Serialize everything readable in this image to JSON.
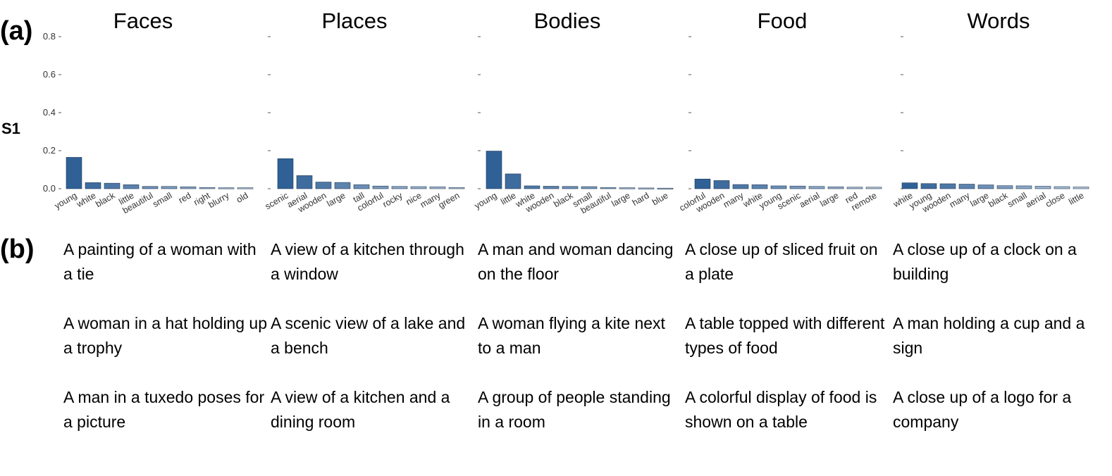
{
  "panel_labels": {
    "a": "(a)",
    "b": "(b)"
  },
  "y_axis_label": "S1",
  "columns": [
    {
      "title": "Faces"
    },
    {
      "title": "Places"
    },
    {
      "title": "Bodies"
    },
    {
      "title": "Food"
    },
    {
      "title": "Words"
    }
  ],
  "chart_data": [
    {
      "type": "bar",
      "title": "Faces",
      "ylabel": "S1",
      "ylim": [
        0,
        0.8
      ],
      "yticks": [
        "0.0",
        "0.2",
        "0.4",
        "0.6",
        "0.8"
      ],
      "show_tick_labels": true,
      "categories": [
        "young",
        "white",
        "black",
        "little",
        "beautiful",
        "small",
        "red",
        "right",
        "blurry",
        "old"
      ],
      "values": [
        0.165,
        0.032,
        0.029,
        0.021,
        0.012,
        0.012,
        0.01,
        0.006,
        0.005,
        0.005
      ]
    },
    {
      "type": "bar",
      "title": "Places",
      "ylim": [
        0,
        0.8
      ],
      "show_tick_labels": false,
      "categories": [
        "scenic",
        "aerial",
        "wooden",
        "large",
        "tall",
        "colorful",
        "rocky",
        "nice",
        "many",
        "green"
      ],
      "values": [
        0.158,
        0.069,
        0.035,
        0.033,
        0.021,
        0.014,
        0.012,
        0.011,
        0.01,
        0.006
      ]
    },
    {
      "type": "bar",
      "title": "Bodies",
      "ylim": [
        0,
        0.8
      ],
      "show_tick_labels": false,
      "categories": [
        "young",
        "little",
        "white",
        "wooden",
        "black",
        "small",
        "beautiful",
        "large",
        "hard",
        "blue"
      ],
      "values": [
        0.198,
        0.078,
        0.015,
        0.013,
        0.012,
        0.011,
        0.006,
        0.005,
        0.004,
        0.003
      ]
    },
    {
      "type": "bar",
      "title": "Food",
      "ylim": [
        0,
        0.8
      ],
      "show_tick_labels": false,
      "categories": [
        "colorful",
        "wooden",
        "many",
        "white",
        "young",
        "scenic",
        "aerial",
        "large",
        "red",
        "remote"
      ],
      "values": [
        0.051,
        0.043,
        0.022,
        0.021,
        0.015,
        0.014,
        0.012,
        0.01,
        0.008,
        0.008
      ]
    },
    {
      "type": "bar",
      "title": "Words",
      "ylim": [
        0,
        0.8
      ],
      "show_tick_labels": false,
      "categories": [
        "white",
        "young",
        "wooden",
        "many",
        "large",
        "black",
        "small",
        "aerial",
        "close",
        "little"
      ],
      "values": [
        0.031,
        0.027,
        0.026,
        0.024,
        0.02,
        0.016,
        0.015,
        0.013,
        0.011,
        0.009
      ]
    }
  ],
  "captions": [
    [
      "A painting of a woman with a tie",
      "A woman in a hat holding up a trophy",
      "A man in a tuxedo poses for a picture"
    ],
    [
      "A view of a kitchen through a window",
      "A scenic view of a lake and a bench",
      "A view of a kitchen and a dining room"
    ],
    [
      "A man and woman dancing on the floor",
      "A woman flying a kite next to a man",
      "A group of people standing in a room"
    ],
    [
      "A close up of sliced fruit on a plate",
      "A table topped with different types of food",
      "A colorful display of food is shown on a table"
    ],
    [
      "A close up of a clock on a building",
      "A man holding a cup and a sign",
      "A close up of a logo for a company"
    ]
  ],
  "colors": {
    "bar_dark": "#2f6197",
    "bar_light": "#b6c8dc",
    "bar_edge": "#243a55",
    "axis_text": "#333333"
  }
}
